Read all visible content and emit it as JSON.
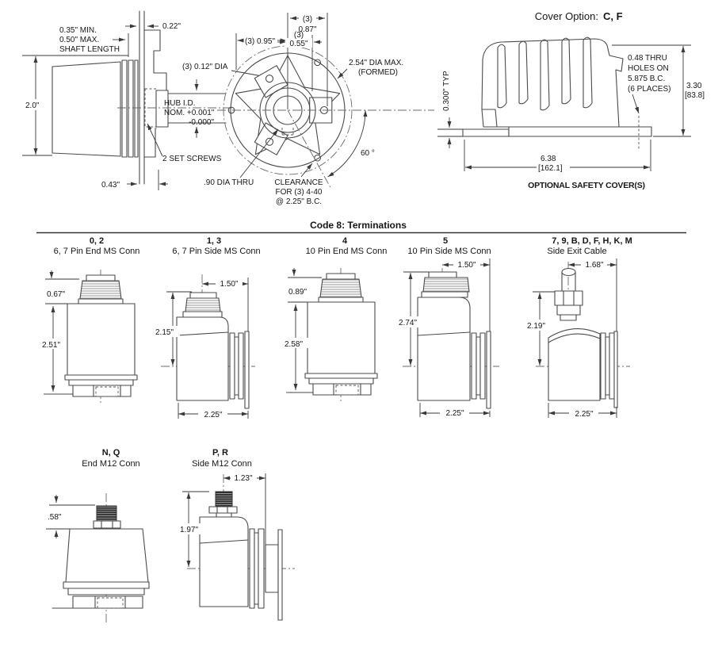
{
  "side_view": {
    "shaft_min": "0.35\" MIN.",
    "shaft_max": "0.50\" MAX.",
    "shaft_label": "SHAFT LENGTH",
    "dim_bracket": "0.22\"",
    "dim_body_height": "2.0\"",
    "hub_id_1": "HUB I.D.",
    "hub_id_2": "NOM. +0.001\"",
    "hub_id_3": "-0.000\"",
    "set_screws": "2 SET SCREWS",
    "dim_base": "0.43\"",
    "hole_dia": "(3) 0.12\" DIA"
  },
  "front_view": {
    "qty_087": "(3)",
    "dim_087": "0.87\"",
    "qty_055": "(3)",
    "dim_055": "0.55\"",
    "dim_095": "(3) 0.95\"",
    "dia_max_1": "2.54\" DIA MAX.",
    "dia_max_2": "(FORMED)",
    "angle_60": "60 °",
    "bore_dia": ".90 DIA THRU",
    "clearance_1": "CLEARANCE",
    "clearance_2": "FOR (3) 4-40",
    "clearance_3": "@ 2.25\" B.C."
  },
  "cover": {
    "title_label": "Cover Option:",
    "title_codes": "C, F",
    "dim_plate": "0.300\" TYP",
    "holes_1": "0.48 THRU",
    "holes_2": "HOLES ON",
    "holes_3": "5.875 B.C.",
    "holes_4": "(6 PLACES)",
    "dim_height_in": "3.30",
    "dim_height_mm": "[83.8]",
    "dim_width_in": "6.38",
    "dim_width_mm": "[162.1]",
    "caption": "OPTIONAL SAFETY COVER(S)"
  },
  "terminations": {
    "section_title": "Code 8: Terminations",
    "columns": [
      {
        "code": "0, 2",
        "name": "6, 7 Pin End MS Conn",
        "dim_conn": "0.67\"",
        "dim_height": "2.51\""
      },
      {
        "code": "1, 3",
        "name": "6, 7 Pin Side MS Conn",
        "dim_top": "1.50\"",
        "dim_height": "2.15\"",
        "dim_width": "2.25\""
      },
      {
        "code": "4",
        "name": "10 Pin End MS Conn",
        "dim_conn": "0.89\"",
        "dim_height": "2.58\""
      },
      {
        "code": "5",
        "name": "10 Pin Side MS Conn",
        "dim_top": "1.50\"",
        "dim_height": "2.74\"",
        "dim_width": "2.25\""
      },
      {
        "code": "7, 9, B, D, F, H, K, M",
        "name": "Side Exit Cable",
        "dim_top": "1.68\"",
        "dim_height": "2.19\"",
        "dim_width": "2.25\""
      }
    ],
    "columns_m12": [
      {
        "code": "N, Q",
        "name": "End M12 Conn",
        "dim_conn": ".58\""
      },
      {
        "code": "P, R",
        "name": "Side M12 Conn",
        "dim_top": "1.23\"",
        "dim_height": "1.97\""
      }
    ]
  }
}
